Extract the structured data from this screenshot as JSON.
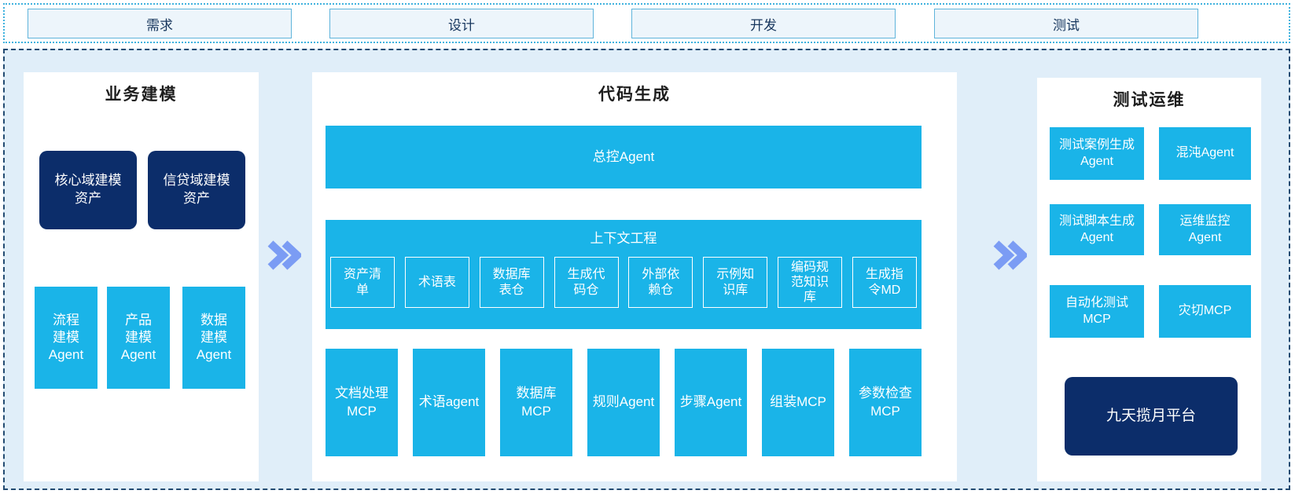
{
  "colors": {
    "cyan": "#1AB4E8",
    "navy": "#0C2D6A",
    "container_bg": "#E0EEF9",
    "phase_box_bg": "#EDF5FB",
    "phase_box_border": "#5FB4DB",
    "dotted_border": "#3FB2DE",
    "dashed_border": "#234B72",
    "chevron": "#7B9CF4"
  },
  "phases": [
    "需求",
    "设计",
    "开发",
    "测试"
  ],
  "business_modeling": {
    "title": "业务建模",
    "assets": [
      "核心域建模资产",
      "信贷域建模资产"
    ],
    "agents": [
      "流程建模Agent",
      "产品建模Agent",
      "数据建模Agent"
    ]
  },
  "code_generation": {
    "title": "代码生成",
    "master_agent": "总控Agent",
    "context": {
      "title": "上下文工程",
      "items": [
        "资产清单",
        "术语表",
        "数据库表仓",
        "生成代码仓",
        "外部依赖仓",
        "示例知识库",
        "编码规范知识库",
        "生成指令MD"
      ]
    },
    "tools": [
      "文档处理MCP",
      "术语agent",
      "数据库MCP",
      "规则Agent",
      "步骤Agent",
      "组装MCP",
      "参数检查MCP"
    ]
  },
  "test_ops": {
    "title": "测试运维",
    "agents": [
      "测试案例生成Agent",
      "混沌Agent",
      "测试脚本生成Agent",
      "运维监控Agent",
      "自动化测试MCP",
      "灾切MCP"
    ],
    "platform": "九天揽月平台"
  }
}
